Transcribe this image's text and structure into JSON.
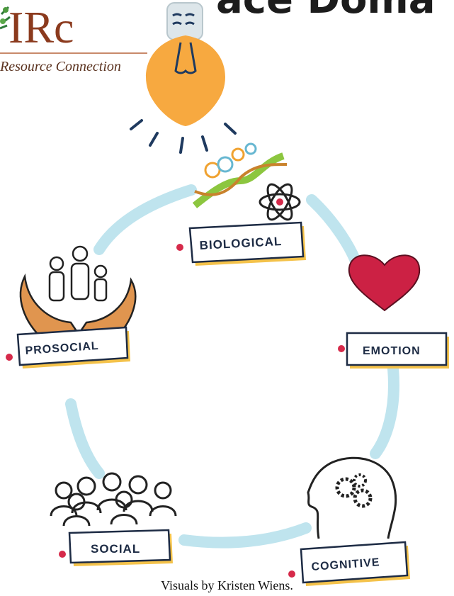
{
  "logo": {
    "letters": "IRc",
    "tagline": "Resource Connection"
  },
  "title_fragment": "ace Doma",
  "domains": [
    {
      "label": "BIOLOGICAL"
    },
    {
      "label": "EMOTION"
    },
    {
      "label": "COGNITIVE"
    },
    {
      "label": "SOCIAL"
    },
    {
      "label": "PROSOCIAL"
    }
  ],
  "caption": "Visuals by Kristen Wiens.",
  "colors": {
    "bulb": "#f7a940",
    "bulb_base": "#dde6ea",
    "rays": "#1f3a5f",
    "ring": "#bfe4ee",
    "heart": "#cc2144",
    "banner_shadow": "#f4c24a",
    "hands": "#e0954f",
    "dot": "#d62a4a"
  }
}
